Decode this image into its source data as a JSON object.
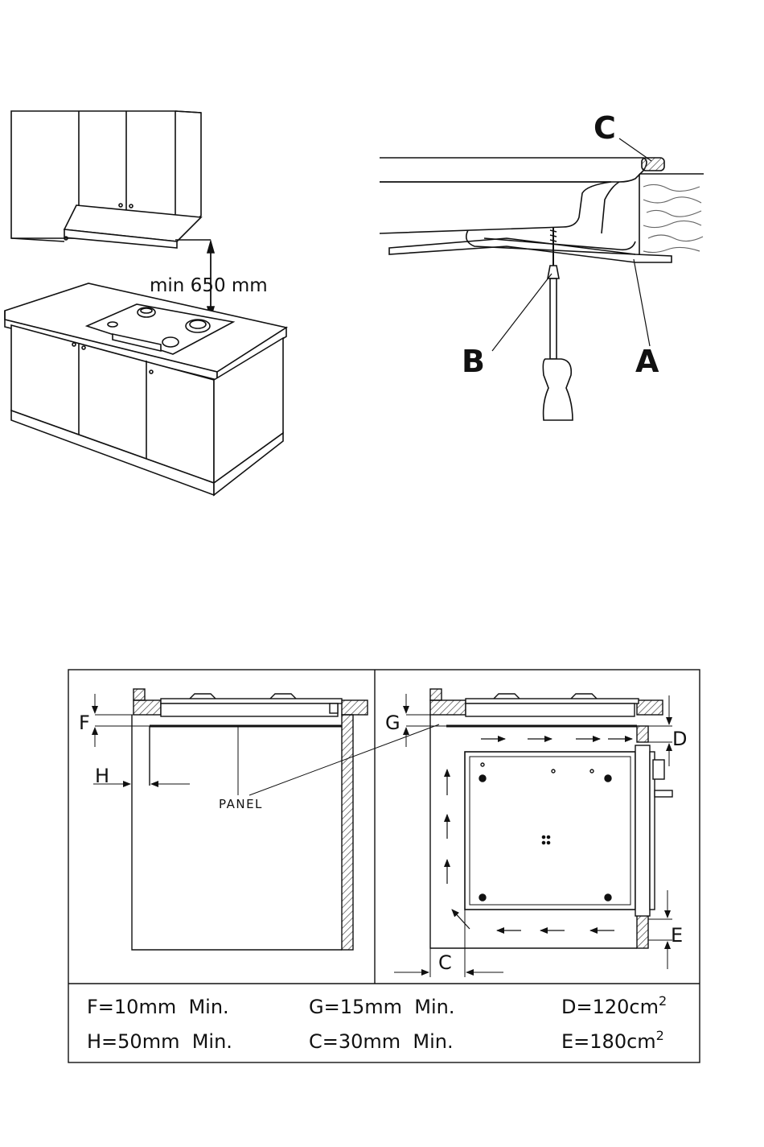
{
  "fig1": {
    "clearance_label": "min 650 mm"
  },
  "fig2": {
    "label_a": "A",
    "label_b": "B",
    "label_c": "C"
  },
  "fig3": {
    "left": {
      "label_f": "F",
      "label_h": "H",
      "label_panel": "PANEL"
    },
    "right": {
      "label_g": "G",
      "label_d": "D",
      "label_e": "E",
      "label_c": "C"
    },
    "legend": {
      "f": "F=10mm  Min.",
      "g": "G=15mm  Min.",
      "d": "D=120cm",
      "h": "H=50mm  Min.",
      "c": "C=30mm  Min.",
      "e": "E=180cm",
      "unit_exp": "2"
    }
  },
  "colors": {
    "line": "#111111",
    "hatch": "#555555",
    "wood": "#777777"
  }
}
